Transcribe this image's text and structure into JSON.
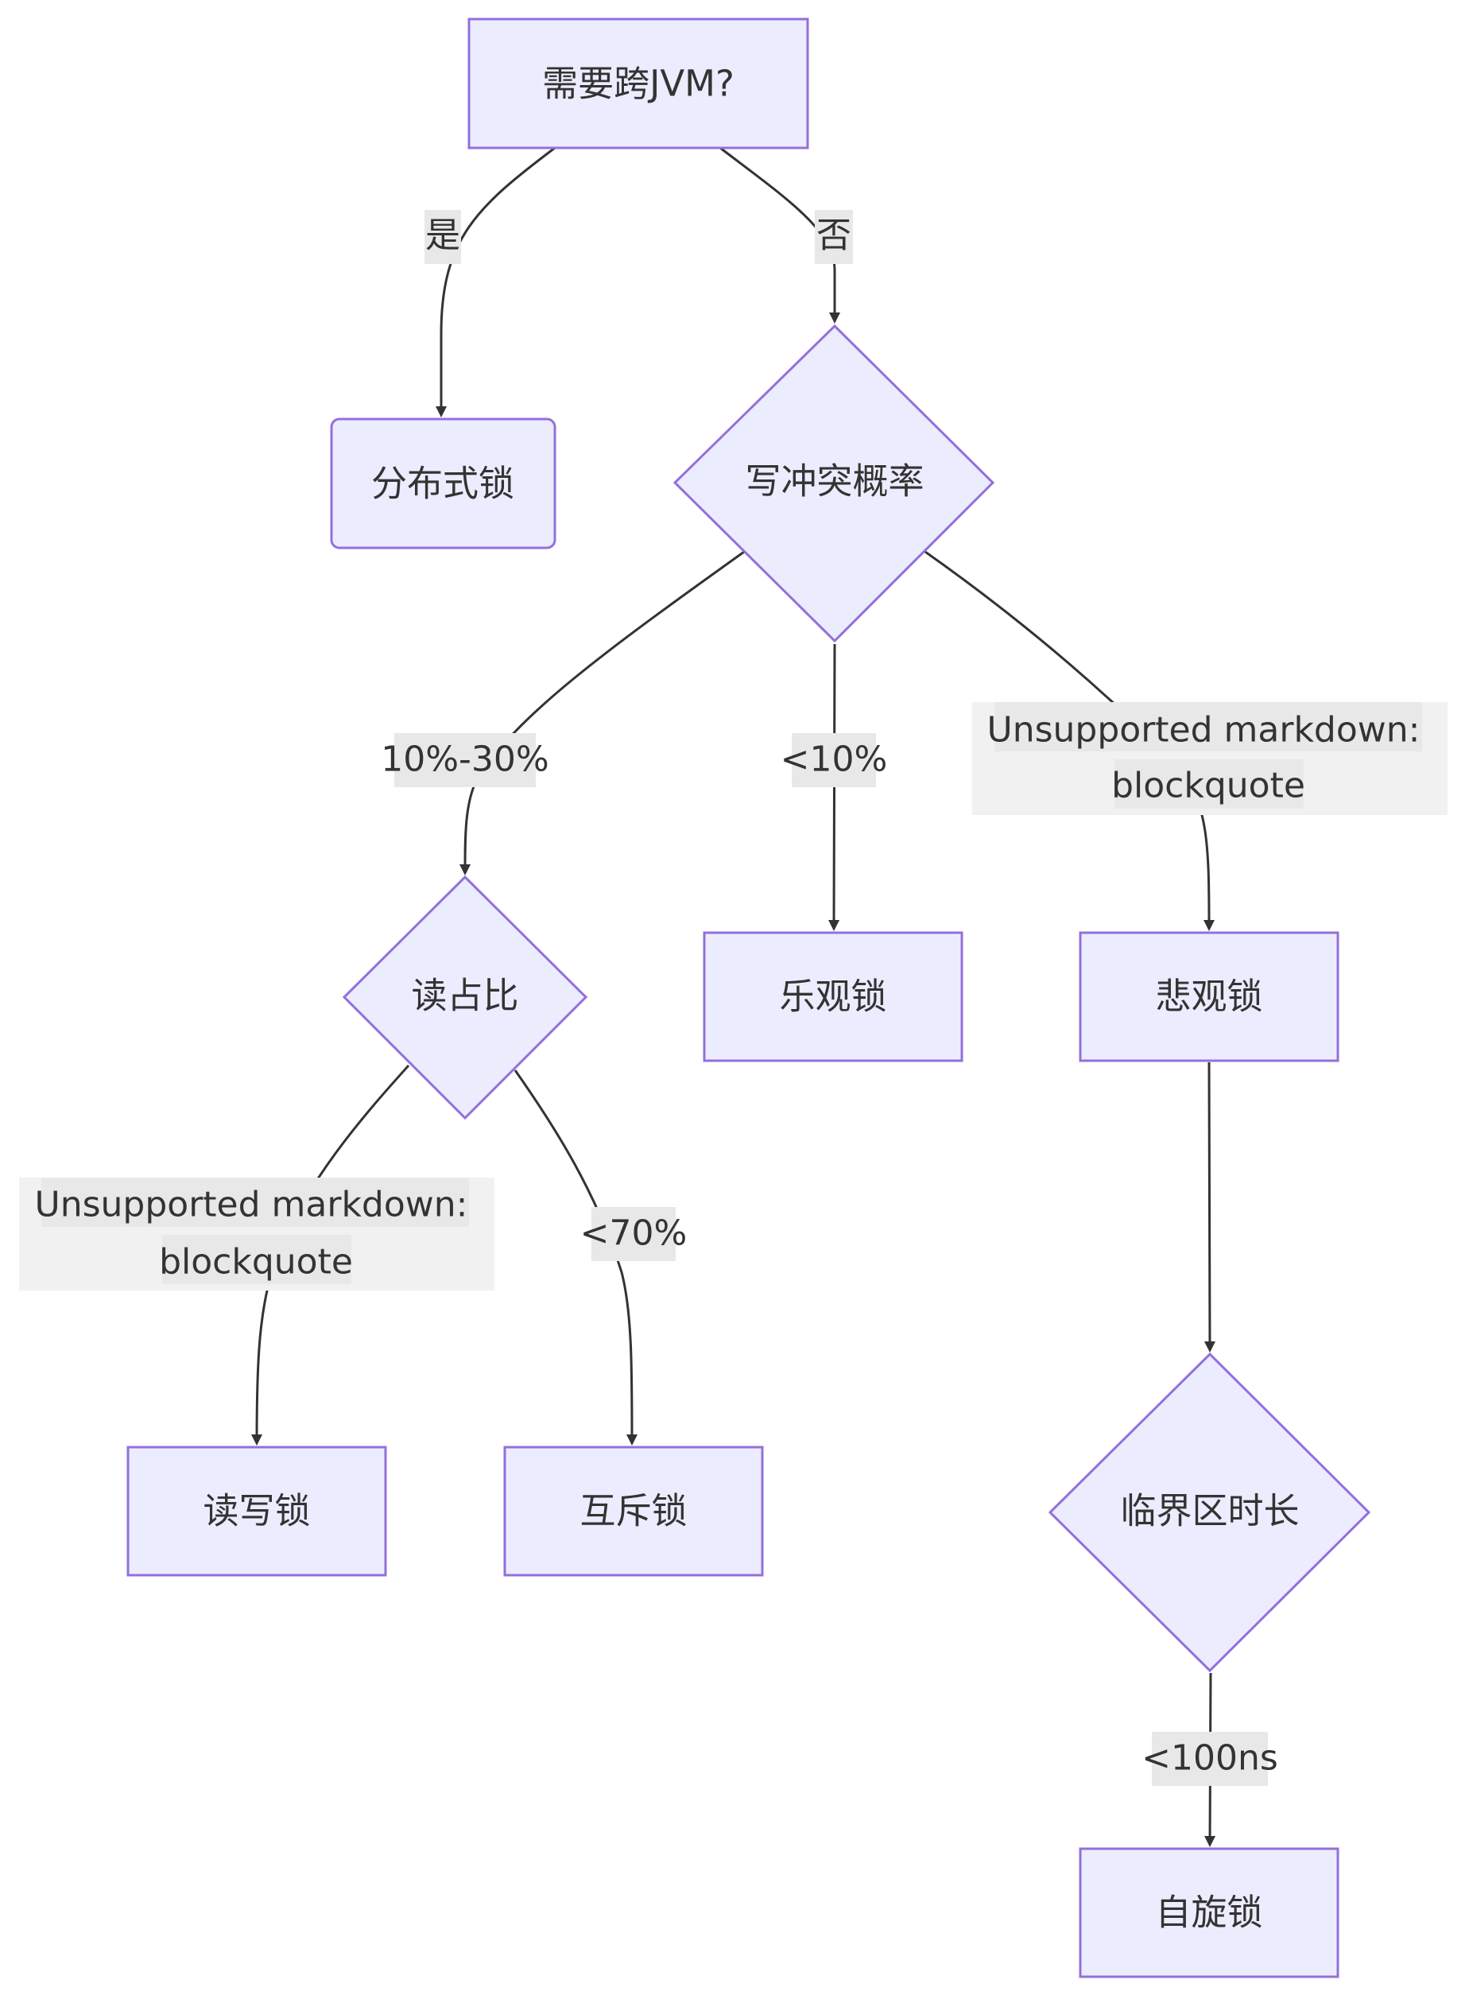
{
  "diagram": {
    "type": "flowchart",
    "colors": {
      "node_fill": "#ECECFF",
      "node_stroke": "#9370DB",
      "edge": "#333333",
      "edge_label_bg": "#E8E8E8"
    },
    "nodes": {
      "need_cross_jvm": "需要跨JVM?",
      "distributed_lock": "分布式锁",
      "write_conflict_rate": "写冲突概率",
      "read_ratio": "读占比",
      "optimistic_lock": "乐观锁",
      "pessimistic_lock": "悲观锁",
      "rw_lock": "读写锁",
      "mutex_lock": "互斥锁",
      "critical_section_duration": "临界区时长",
      "spin_lock": "自旋锁"
    },
    "edge_labels": {
      "yes": "是",
      "no": "否",
      "range_10_30": "10%-30%",
      "lt_10": "<10%",
      "unsupported_1_line1": "Unsupported markdown:",
      "unsupported_1_line2": "blockquote",
      "unsupported_2_line1": "Unsupported markdown:",
      "unsupported_2_line2": "blockquote",
      "lt_70": "<70%",
      "lt_100ns": "<100ns"
    }
  }
}
